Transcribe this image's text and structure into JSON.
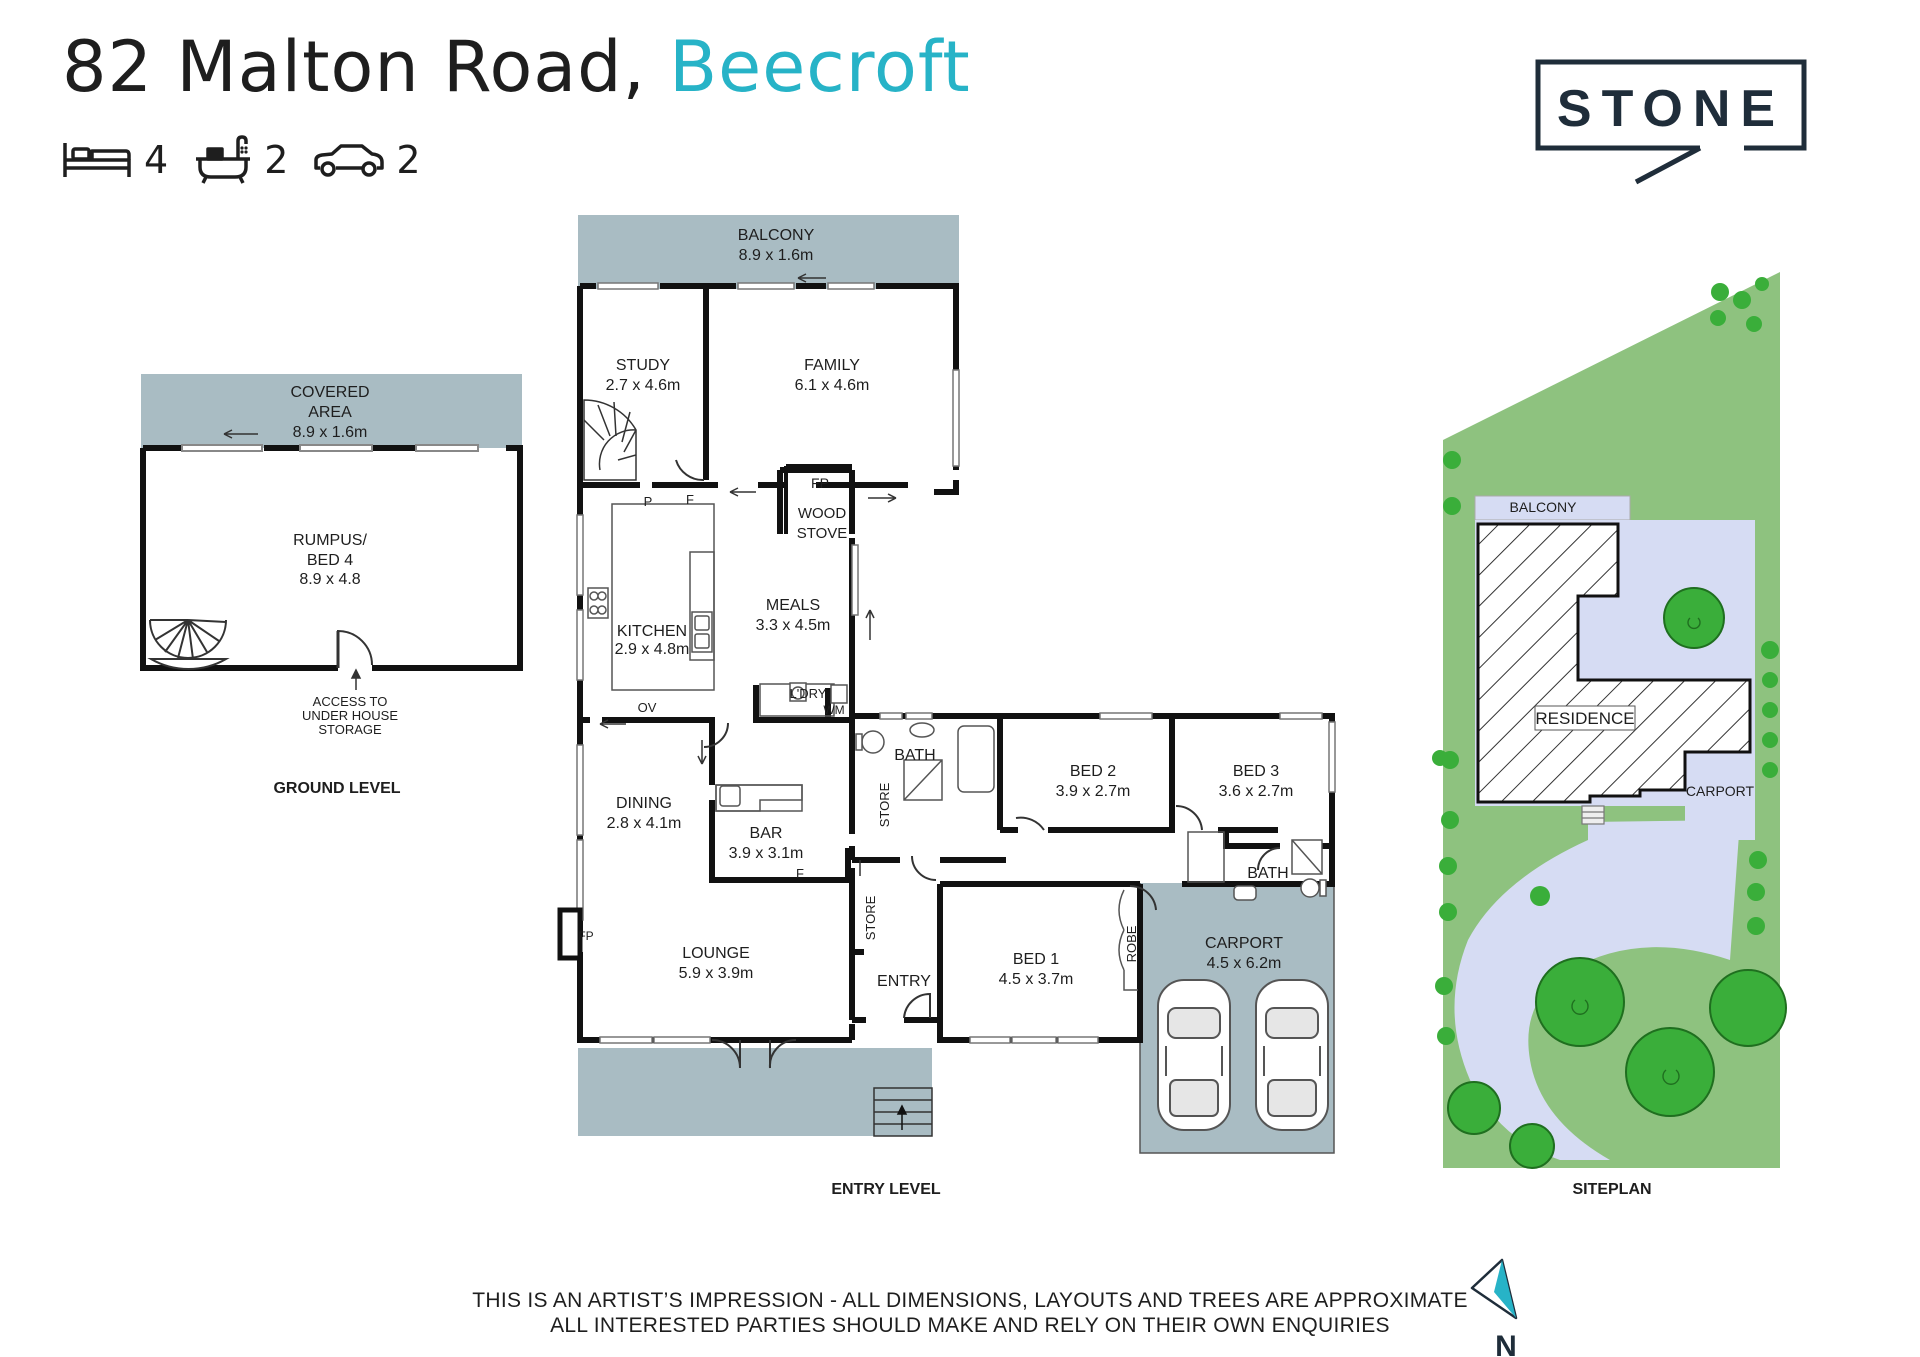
{
  "header": {
    "address": "82 Malton Road,",
    "suburb": "Beecroft",
    "beds": "4",
    "baths": "2",
    "cars": "2",
    "icons": [
      "bed-icon",
      "bath-icon",
      "car-icon"
    ]
  },
  "brand": {
    "logo_text": "STONE",
    "color": "#1f2d3a"
  },
  "colors": {
    "accent": "#27b3c7",
    "outdoor": "#a9bcc3",
    "lawn": "#8ec27f",
    "driveway": "#d6dcf3",
    "wall": "#111111"
  },
  "ground": {
    "covered_area": {
      "name": "COVERED",
      "name2": "AREA",
      "dim": "8.9 x 1.6m"
    },
    "rumpus": {
      "name": "RUMPUS/",
      "name2": "BED 4",
      "dim": "8.9 x 4.8"
    },
    "access": {
      "l1": "ACCESS TO",
      "l2": "UNDER HOUSE",
      "l3": "STORAGE"
    },
    "label": "GROUND LEVEL"
  },
  "entry": {
    "balcony": {
      "name": "BALCONY",
      "dim": "8.9 x 1.6m"
    },
    "study": {
      "name": "STUDY",
      "dim": "2.7 x 4.6m"
    },
    "family": {
      "name": "FAMILY",
      "dim": "6.1 x 4.6m"
    },
    "fp1": "FP",
    "wood_stove": {
      "l1": "WOOD",
      "l2": "STOVE"
    },
    "pantry": "P",
    "fridge1": "F",
    "kitchen": {
      "name": "KITCHEN",
      "dim": "2.9 x 4.8m"
    },
    "meals": {
      "name": "MEALS",
      "dim": "3.3 x 4.5m"
    },
    "oven": "OV",
    "laundry": "L'DRY",
    "wm": "WM",
    "bath1": "BATH",
    "store1": "STORE",
    "bed2": {
      "name": "BED 2",
      "dim": "3.9 x 2.7m"
    },
    "bed3": {
      "name": "BED 3",
      "dim": "3.6 x 2.7m"
    },
    "dining": {
      "name": "DINING",
      "dim": "2.8 x 4.1m"
    },
    "bar": {
      "name": "BAR",
      "dim": "3.9 x 3.1m"
    },
    "fridge2": "F",
    "bath2": "BATH",
    "fp2": "FP",
    "store2": "STORE",
    "lounge": {
      "name": "LOUNGE",
      "dim": "5.9  x  3.9m"
    },
    "entry_room": "ENTRY",
    "bed1": {
      "name": "BED 1",
      "dim": "4.5 x 3.7m"
    },
    "robe": "ROBE",
    "carport": {
      "name": "CARPORT",
      "dim": "4.5 x 6.2m"
    },
    "label": "ENTRY LEVEL"
  },
  "siteplan": {
    "balcony": "BALCONY",
    "residence": "RESIDENCE",
    "carport": "CARPORT",
    "label": "SITEPLAN"
  },
  "compass": "N",
  "disclaimer": {
    "line1": "THIS IS AN ARTIST’S IMPRESSION - ALL DIMENSIONS, LAYOUTS AND TREES ARE APPROXIMATE",
    "line2": "ALL INTERESTED PARTIES SHOULD MAKE AND RELY ON THEIR OWN ENQUIRIES"
  }
}
